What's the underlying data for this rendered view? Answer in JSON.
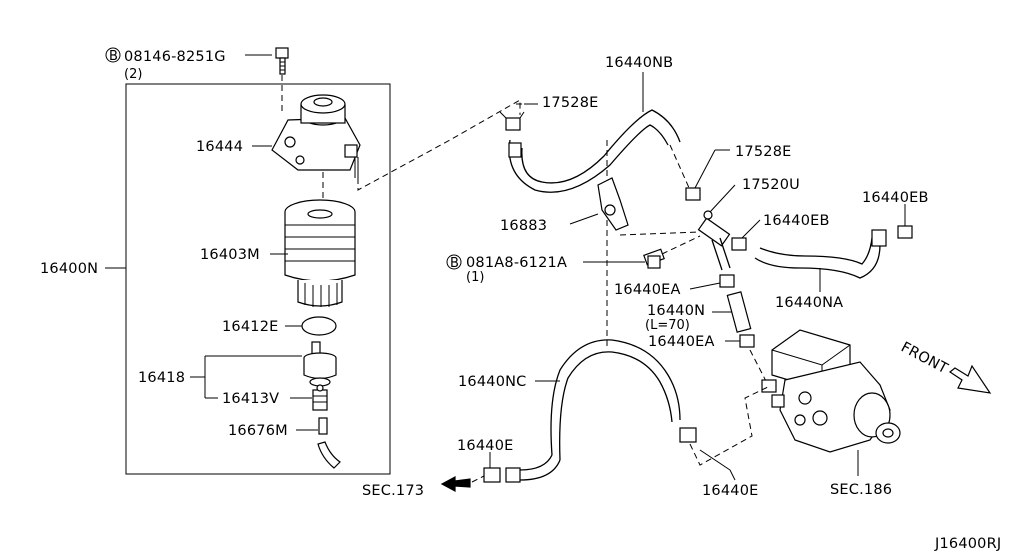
{
  "diagram": {
    "ref_code": "J16400RJ",
    "labels": {
      "bolt_top": "08146-8251G",
      "bolt_top_qty": "(2)",
      "bolt_mid": "081A8-6121A",
      "bolt_mid_qty": "(1)",
      "bolt_symbol": "B",
      "p16444": "16444",
      "p16403M": "16403M",
      "p16412E": "16412E",
      "p16418": "16418",
      "p16413V": "16413V",
      "p16676M": "16676M",
      "p16400N": "16400N",
      "p16440NB": "16440NB",
      "p17528E_a": "17528E",
      "p17528E_b": "17528E",
      "p17520U": "17520U",
      "p16440EB_a": "16440EB",
      "p16440EB_b": "16440EB",
      "p16883": "16883",
      "p16440EA_a": "16440EA",
      "p16440EA_b": "16440EA",
      "p16440N": "16440N",
      "p16440N_len": "(L=70)",
      "p16440NA": "16440NA",
      "p16440NC": "16440NC",
      "p16440E_a": "16440E",
      "p16440E_b": "16440E",
      "sec173": "SEC.173",
      "sec186": "SEC.186",
      "front": "FRONT"
    }
  }
}
